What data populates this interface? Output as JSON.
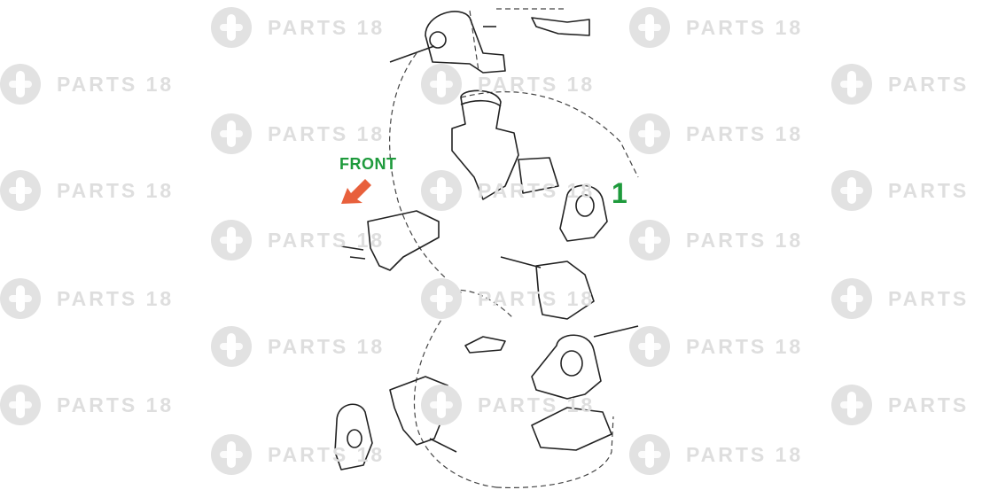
{
  "watermark": {
    "text": "PARTS 18",
    "truncated_text": "PARTS"
  },
  "labels": {
    "front": "FRONT",
    "callout": "1"
  },
  "colors": {
    "front_label": "#1e9a3c",
    "front_arrow": "#e8603c",
    "callout": "#1e9a3c",
    "line_art": "#222222",
    "watermark": "#dedede"
  },
  "icons": {
    "direction_arrow": "arrow-down-left-icon",
    "watermark_logo": "parts18-logo-icon"
  }
}
